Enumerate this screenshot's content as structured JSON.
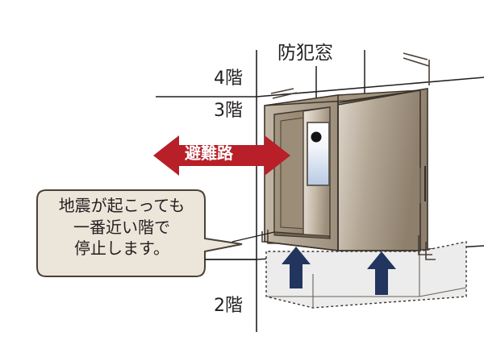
{
  "diagram": {
    "title_hidden": "",
    "background_color": "#ffffff",
    "floor_labels": [
      {
        "id": "floor-4",
        "text": "4階"
      },
      {
        "id": "floor-3",
        "text": "3階"
      },
      {
        "id": "floor-2",
        "text": "2階"
      }
    ],
    "annotations": {
      "security_window": "防犯窓",
      "evacuation_route": "避難路"
    },
    "callout": {
      "lines": [
        "地震が起こっても",
        "一番近い階で",
        "停止します。"
      ],
      "fill_color": "#ece5d9",
      "border_color": "#4a4137"
    },
    "colors": {
      "red_arrow": "#b81f28",
      "red_arrow_dark": "#9c1a21",
      "blue_arrow": "#22355e",
      "car_body_light": "#d5cdc2",
      "car_body_mid": "#9b8d7b",
      "car_body_dark": "#6f6253",
      "car_outline": "#3b342c",
      "pit_fill": "#ececec",
      "line_color": "#231f20",
      "window_glass_top": "#ffffff",
      "window_glass_bottom": "#b9cae4",
      "window_dot": "#141414"
    },
    "icons": {
      "evacuation": "double-arrow-icon",
      "upward_motion_left": "up-arrow-icon",
      "upward_motion_right": "up-arrow-icon",
      "window_sensor": "sensor-dot-icon"
    },
    "elements": {
      "elevator_car": "elevator-car",
      "elevator_door_window": "door-window",
      "pit_box": "pit-box",
      "guide_rail_brackets": "guide-rail-brackets",
      "vertical_shaft_line": "shaft-centerline"
    }
  }
}
